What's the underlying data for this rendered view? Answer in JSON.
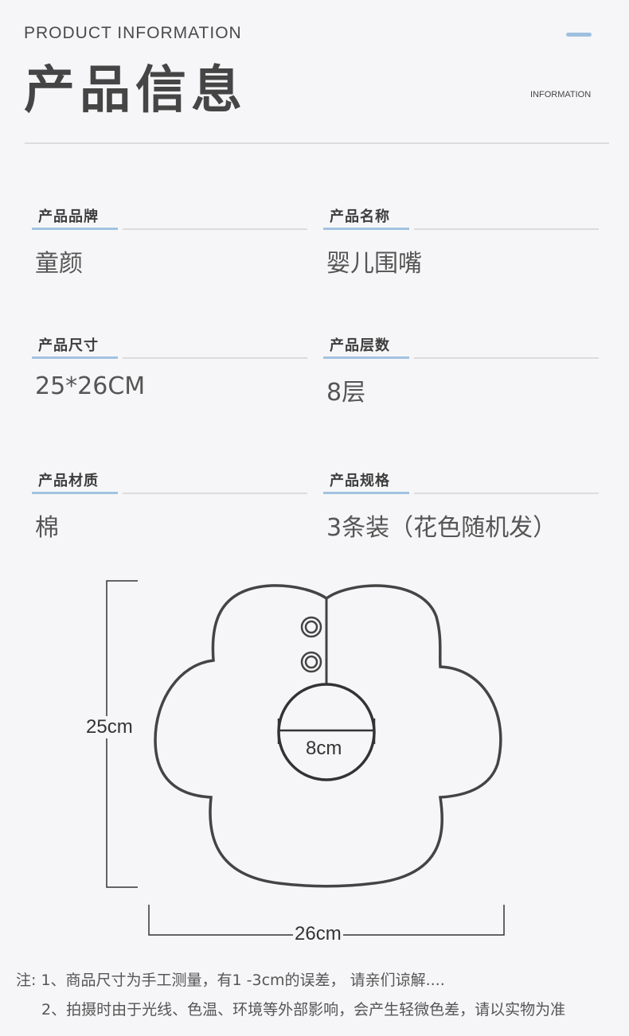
{
  "header": {
    "en_title": "PRODUCT INFORMATION",
    "cn_title": "产品信息",
    "en_subtitle": "INFORMATION"
  },
  "fields": [
    {
      "label": "产品品牌",
      "value": "童颜"
    },
    {
      "label": "产品名称",
      "value": "婴儿围嘴"
    },
    {
      "label": "产品尺寸",
      "value": "25*26CM"
    },
    {
      "label": "产品层数",
      "value": "8层"
    },
    {
      "label": "产品材质",
      "value": "棉"
    },
    {
      "label": "产品规格",
      "value": "3条装（花色随机发）"
    }
  ],
  "diagram": {
    "height": "25cm",
    "width": "26cm",
    "neck": "8cm"
  },
  "notes": [
    "注: 1、商品尺寸为手工测量，有1 -3cm的误差， 请亲们谅解....",
    "2、拍摄时由于光线、色温、环境等外部影响，会产生轻微色差，请以实物为准"
  ],
  "colors": {
    "accent": "#a3c2e1",
    "background": "#f6f6f8"
  }
}
